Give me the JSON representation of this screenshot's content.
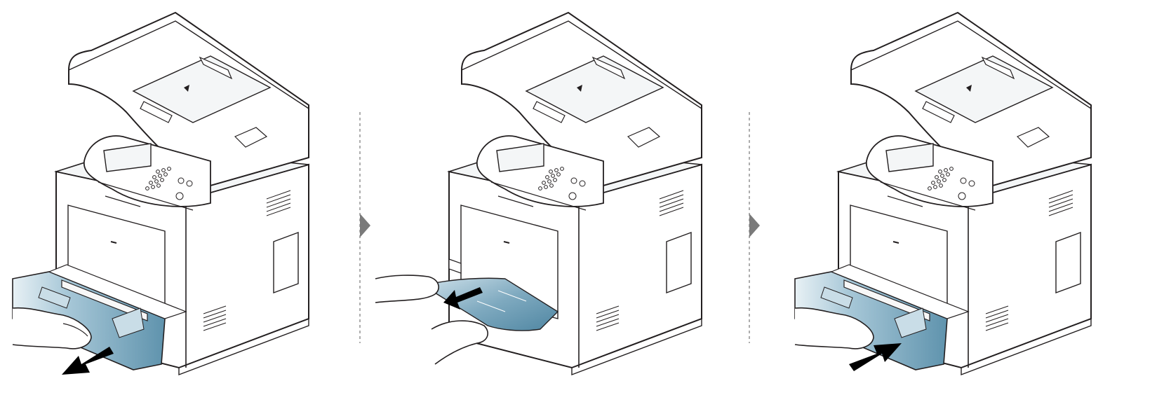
{
  "diagram": {
    "steps": [
      {
        "action": "pull-tray-out"
      },
      {
        "action": "remove-jammed-paper"
      },
      {
        "action": "insert-tray-back"
      }
    ],
    "colors": {
      "line": "#231f20",
      "body_fill": "#ffffff",
      "shade": "#eceff1",
      "tray_blue": "#9fc2d3",
      "tray_blue_dark": "#6e9db3",
      "paper_blue": "#5f93ad",
      "arrow": "#000000",
      "divider": "#8a8a8a",
      "step_marker": "#7a7a7a"
    },
    "icons": [
      "step-arrow-icon",
      "step-arrow-icon"
    ]
  }
}
